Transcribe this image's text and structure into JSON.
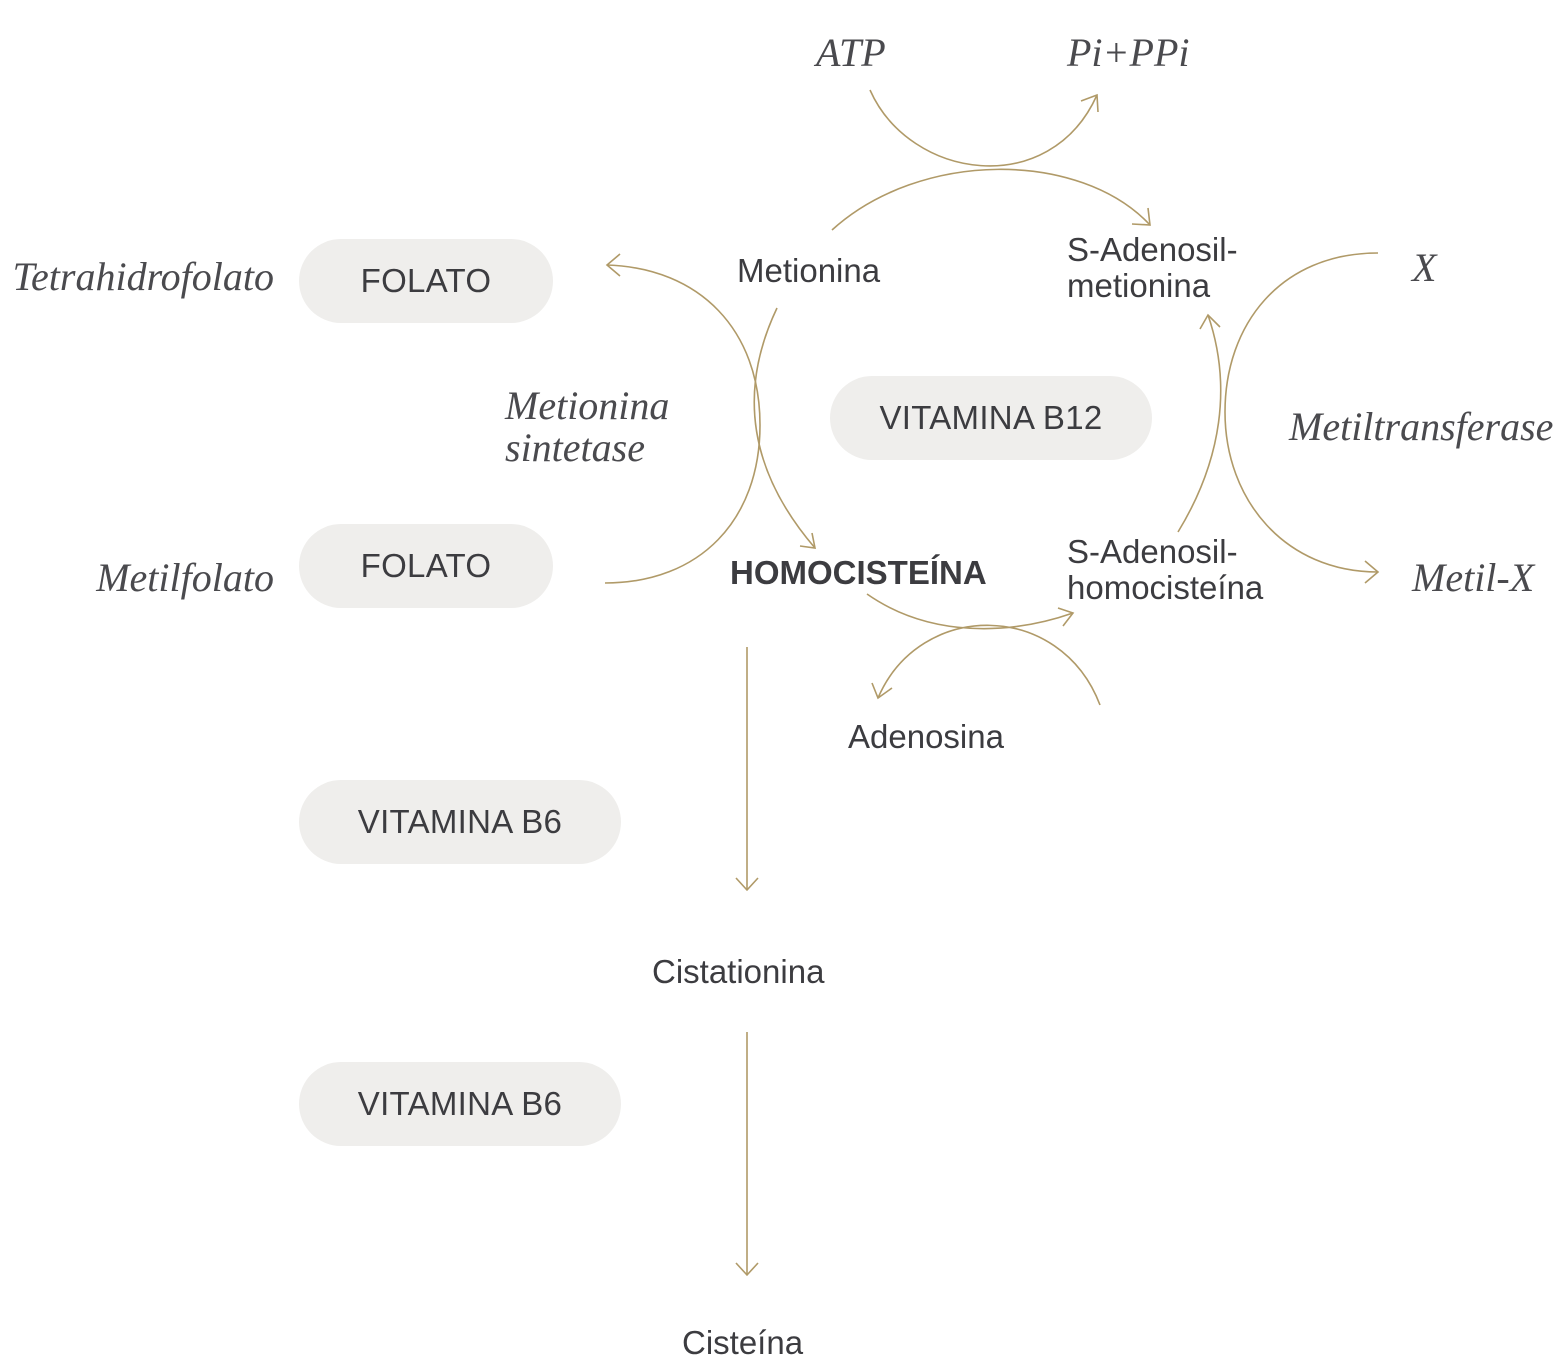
{
  "colors": {
    "arrow": "#b09a68",
    "text": "#3c3c40",
    "pill_bg": "#efeeec"
  },
  "compounds": {
    "metionina": "Metionina",
    "s_adenosil_metionina": "S-Adenosil-\nmetionina",
    "homocisteina": "HOMOCISTEÍNA",
    "s_adenosil_homocisteina": "S-Adenosil-\nhomocisteína",
    "adenosina": "Adenosina",
    "cistationina": "Cistationina",
    "cisteina": "Cisteína"
  },
  "side_terms": {
    "atp": "ATP",
    "pi_ppi": "Pi+PPi",
    "x": "X",
    "metil_x": "Metil-X",
    "metiltransferase": "Metiltransferase",
    "metionina_sintetase": "Metionina\nsintetase",
    "tetrahidrofolato": "Tetrahidrofolato",
    "metilfolato": "Metilfolato"
  },
  "cofactors": {
    "folato_top": "FOLATO",
    "folato_bottom": "FOLATO",
    "vitamina_b12": "VITAMINA B12",
    "vitamina_b6_top": "VITAMINA B6",
    "vitamina_b6_bottom": "VITAMINA B6"
  }
}
